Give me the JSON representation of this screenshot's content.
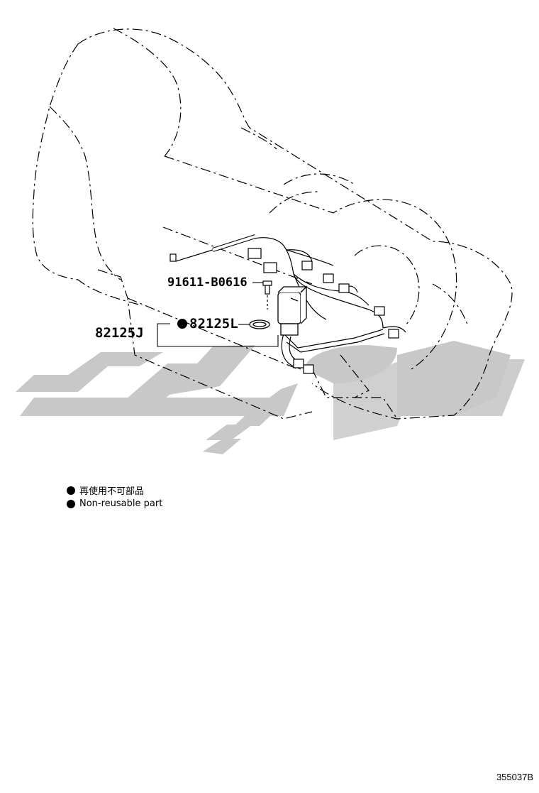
{
  "callouts": {
    "bolt": "91611-B0616",
    "harness": "82125J",
    "oring": "82125L"
  },
  "legend": {
    "jp": "再使用不可部品",
    "en": "Non-reusable part"
  },
  "figure_code": "355037B",
  "colors": {
    "line": "#000000",
    "watermark": "#c8c8c8",
    "background": "#ffffff"
  }
}
